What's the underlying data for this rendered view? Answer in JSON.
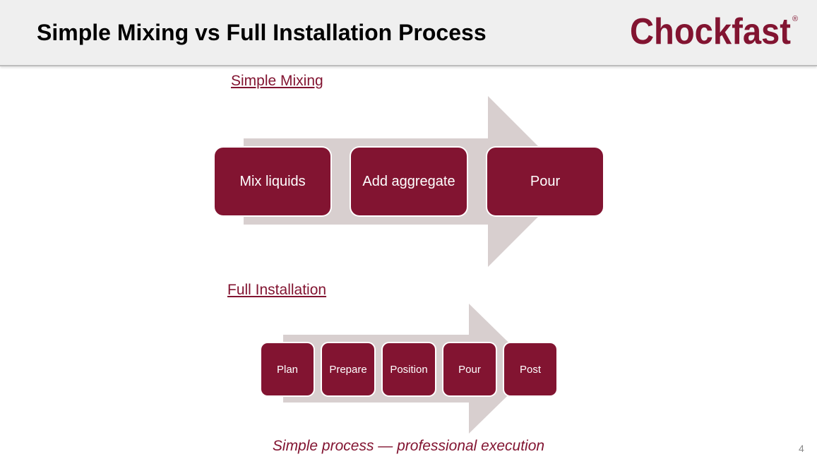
{
  "header": {
    "title": "Simple Mixing vs Full Installation Process",
    "logo_text": "Chockfast",
    "logo_mark": "®"
  },
  "simple": {
    "label": "Simple Mixing",
    "steps": [
      "Mix liquids",
      "Add aggregate",
      "Pour"
    ]
  },
  "full": {
    "label": "Full Installation",
    "steps": [
      "Plan",
      "Prepare",
      "Position",
      "Pour",
      "Post"
    ]
  },
  "footer": {
    "tagline": "Simple process — professional execution",
    "page_number": "4"
  },
  "colors": {
    "brand": "#821431",
    "arrow": "#d8cfcf",
    "header_bg": "#efefef"
  }
}
